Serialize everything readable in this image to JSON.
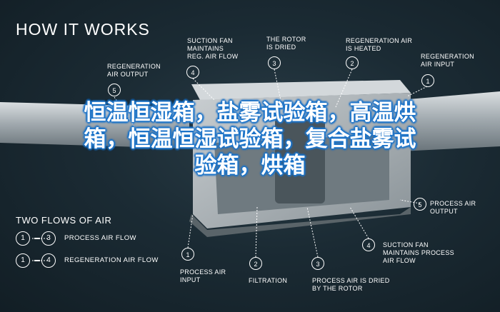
{
  "title": "HOW IT WORKS",
  "overlay_text": "恒温恒湿箱，盐雾试验箱，高温烘箱，恒温恒湿试验箱，复合盐雾试验箱，烘箱",
  "callouts": [
    {
      "id": "regen-air-output-top",
      "num": "5",
      "label": "REGENERATION\nAIR OUTPUT"
    },
    {
      "id": "suction-fan-regen",
      "num": "4",
      "label": "SUCTION FAN\nMAINTAINS\nREG. AIR FLOW"
    },
    {
      "id": "rotor-dried",
      "num": "3",
      "label": "THE ROTOR\nIS DRIED"
    },
    {
      "id": "regen-air-heated",
      "num": "2",
      "label": "REGENERATION AIR\nIS HEATED"
    },
    {
      "id": "regen-air-input",
      "num": "1",
      "label": "REGENERATION\nAIR INPUT"
    },
    {
      "id": "process-air-output",
      "num": "5",
      "label": "PROCESS AIR\nOUTPUT"
    },
    {
      "id": "suction-fan-process",
      "num": "4",
      "label": "SUCTION FAN\nMAINTAINS PROCESS\nAIR FLOW"
    },
    {
      "id": "process-air-input",
      "num": "1",
      "label": "PROCESS AIR\nINPUT"
    },
    {
      "id": "filtration",
      "num": "2",
      "label": "FILTRATION"
    },
    {
      "id": "process-air-dried",
      "num": "3",
      "label": "PROCESS AIR IS DRIED\nBY THE ROTOR"
    }
  ],
  "legend": {
    "title": "TWO FLOWS OF AIR",
    "rows": [
      {
        "from": "1",
        "to": "3",
        "label": "PROCESS AIR FLOW"
      },
      {
        "from": "1",
        "to": "4",
        "label": "REGENERATION AIR FLOW"
      }
    ]
  },
  "colors": {
    "background": "#16262f",
    "text": "#ffffff",
    "overlay_outline": "#1d74c9",
    "duct": "#b9c0c4"
  }
}
